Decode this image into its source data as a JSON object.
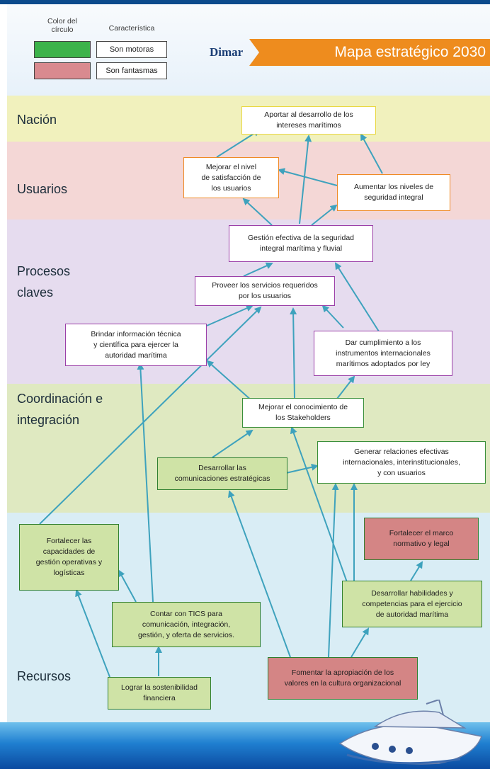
{
  "legend": {
    "header_color": "Color del\ncírculo",
    "header_feature": "Característica",
    "items": [
      {
        "color": "#3cb34a",
        "label": "Son motoras"
      },
      {
        "color": "#d98a8f",
        "label": "Son fantasmas"
      }
    ]
  },
  "brand": {
    "logo": "Dimar",
    "title": "Mapa estratégico 2030",
    "title_color": "#ee8c1e"
  },
  "bands": [
    {
      "label": "Nación",
      "color": "#f1f1bd"
    },
    {
      "label": "Usuarios",
      "color": "#f4d7d6"
    },
    {
      "label": "Procesos\nclaves",
      "color": "#e6dcef"
    },
    {
      "label": "Coordinación e\nintegración",
      "color": "#dfe9c1"
    },
    {
      "label": "Recursos",
      "color": "#d9edf5"
    }
  ],
  "nodes": {
    "n1": "Aportar al desarrollo de los\nintereses marítimos",
    "n2": "Mejorar el nivel\nde satisfacción de\nlos usuarios",
    "n3": "Aumentar los niveles de\nseguridad integral",
    "n4": "Gestión efectiva de la seguridad\nintegral marítima y fluvial",
    "n5": "Proveer los servicios requeridos\npor los usuarios",
    "n6": "Brindar información técnica\ny científica para ejercer la\nautoridad marítima",
    "n7": "Dar cumplimiento a los\ninstrumentos internacionales\nmarítimos adoptados por ley",
    "n8": "Mejorar el conocimiento de\nlos Stakeholders",
    "n9": "Generar relaciones efectivas\ninternacionales, interinstitucionales,\ny con usuarios",
    "n10": "Desarrollar las\ncomunicaciones estratégicas",
    "n11": "Fortalecer el marco\nnormativo y legal",
    "n12": "Fortalecer las\ncapacidades de\ngestión operativas y\nlogísticas",
    "n13": "Desarrollar habilidades y\ncompetencias para el ejercicio\nde autoridad marítima",
    "n14": "Contar con TICS para\ncomunicación, integración,\ngestión, y oferta de servicios.",
    "n15": "Fomentar la apropiación de los\nvalores en la cultura organizacional",
    "n16": "Lograr la sostenibilidad\nfinanciera"
  }
}
